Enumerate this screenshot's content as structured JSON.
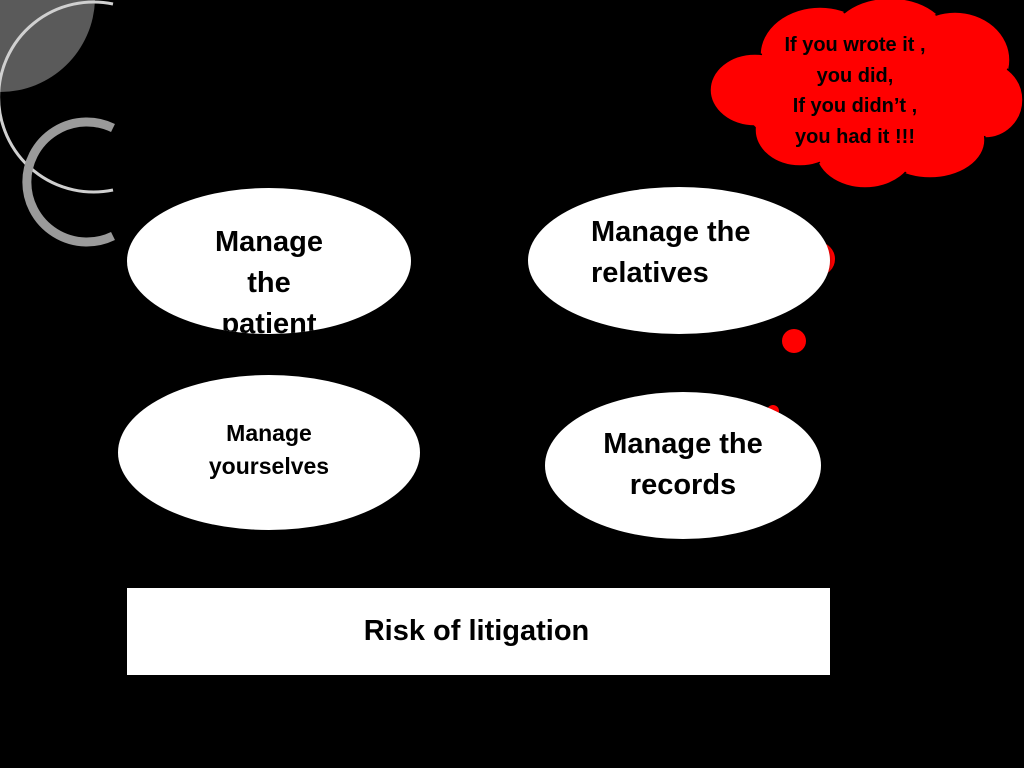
{
  "colors": {
    "background": "#000000",
    "oval_fill": "#ffffff",
    "text": "#000000",
    "callout_fill": "#ff0000",
    "decor_ring": "#c8c8c8"
  },
  "ovals": {
    "patient": "Manage\nthe\npatient",
    "relatives": "Manage the\nrelatives",
    "yourselves": "Manage\nyourselves",
    "records": "Manage the\nrecords"
  },
  "risk_box": {
    "label": "Risk of litigation"
  },
  "callout": {
    "text": "If you wrote it ,\nyou did,\nIf you didn’t ,\nyou had it !!!"
  }
}
